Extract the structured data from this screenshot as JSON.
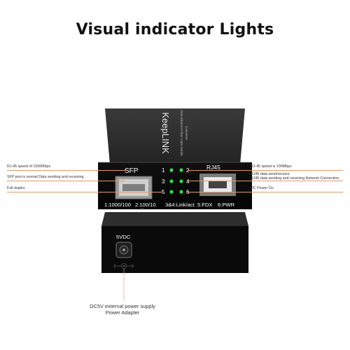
{
  "title": "Visual indicator Lights",
  "device": {
    "brand": "KeepLINK",
    "panel_text": [
      "Fast Ethernet Fiber Optic Media",
      "Converter"
    ],
    "port_sfp": "SFP",
    "port_rj45": "RJ45",
    "led_numbers": [
      "1",
      "2",
      "3",
      "4",
      "5",
      "6"
    ],
    "led_legend": {
      "l1": "1:1000/100",
      "l2": "2:100/10",
      "l3": "3&4:Link/act",
      "l4": "5:FDX",
      "l5": "6:PWR",
      "sub": "3|4"
    },
    "power_label": "5VDC"
  },
  "annotations_left": [
    "RJ-45 speed of 1000Mbps",
    "SFP port is normal Data sending and receiving",
    "Full duplex"
  ],
  "annotations_right": [
    "RJ-45 speed is 100Mbps",
    "RJ45 data send/receive",
    "RJ45 data sending and receiving Network Connection",
    "DC Power On"
  ],
  "power_annotation": [
    "DC5V external power supply",
    "Power Adapter"
  ],
  "colors": {
    "led_green": "#35d84a",
    "device_body": "#1b1b1b",
    "callout_line": "#e39a6a"
  }
}
